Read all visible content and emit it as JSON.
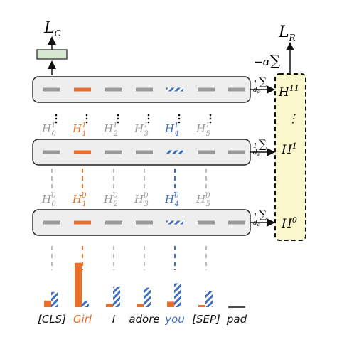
{
  "colors": {
    "orange": "#e8702a",
    "blue": "#3f6fbf",
    "gray": "#9a9a9a",
    "layer_fill": "#eeeeee",
    "classifier_fill": "#d7e8d0",
    "r_box_fill": "#fbf7cc",
    "text": "#111111"
  },
  "losses": {
    "classification": {
      "base": "L",
      "sub": "C"
    },
    "regression": {
      "base": "L",
      "sub": "R"
    }
  },
  "top_op": {
    "prefix": "−α",
    "op": "∑"
  },
  "scale_op": {
    "num": "1",
    "den": "d",
    "den_sub": "s",
    "op": "∑"
  },
  "hidden_rows": [
    {
      "sup": "1",
      "labels": [
        "H",
        "H",
        "H",
        "H",
        "H",
        "H"
      ],
      "subs": [
        "0",
        "1",
        "2",
        "3",
        "4",
        "5"
      ]
    },
    {
      "sup": "0",
      "labels": [
        "H",
        "H",
        "H",
        "H",
        "H",
        "H"
      ],
      "subs": [
        "0",
        "1",
        "2",
        "3",
        "4",
        "5"
      ]
    }
  ],
  "r_box": {
    "labels": [
      {
        "base": "H",
        "sup": "11"
      },
      {
        "base": "H",
        "sup": "1"
      },
      {
        "base": "H",
        "sup": "0"
      }
    ],
    "dots": "⋮"
  },
  "tokens": [
    {
      "text": "[CLS]",
      "color": "text"
    },
    {
      "text": "Girl",
      "color": "orange"
    },
    {
      "text": "I",
      "color": "text"
    },
    {
      "text": "adore",
      "color": "text"
    },
    {
      "text": "you",
      "color": "blue"
    },
    {
      "text": "[SEP]",
      "color": "text"
    },
    {
      "text": "pad",
      "color": "text"
    }
  ],
  "bars": [
    {
      "orange": 0.12,
      "blue": 0.28
    },
    {
      "orange": 0.82,
      "blue": 0.12
    },
    {
      "orange": 0.06,
      "blue": 0.38
    },
    {
      "orange": 0.06,
      "blue": 0.36
    },
    {
      "orange": 0.1,
      "blue": 0.44
    },
    {
      "orange": 0.04,
      "blue": 0.3
    },
    {
      "orange": 0.0,
      "blue": 0.0
    }
  ]
}
